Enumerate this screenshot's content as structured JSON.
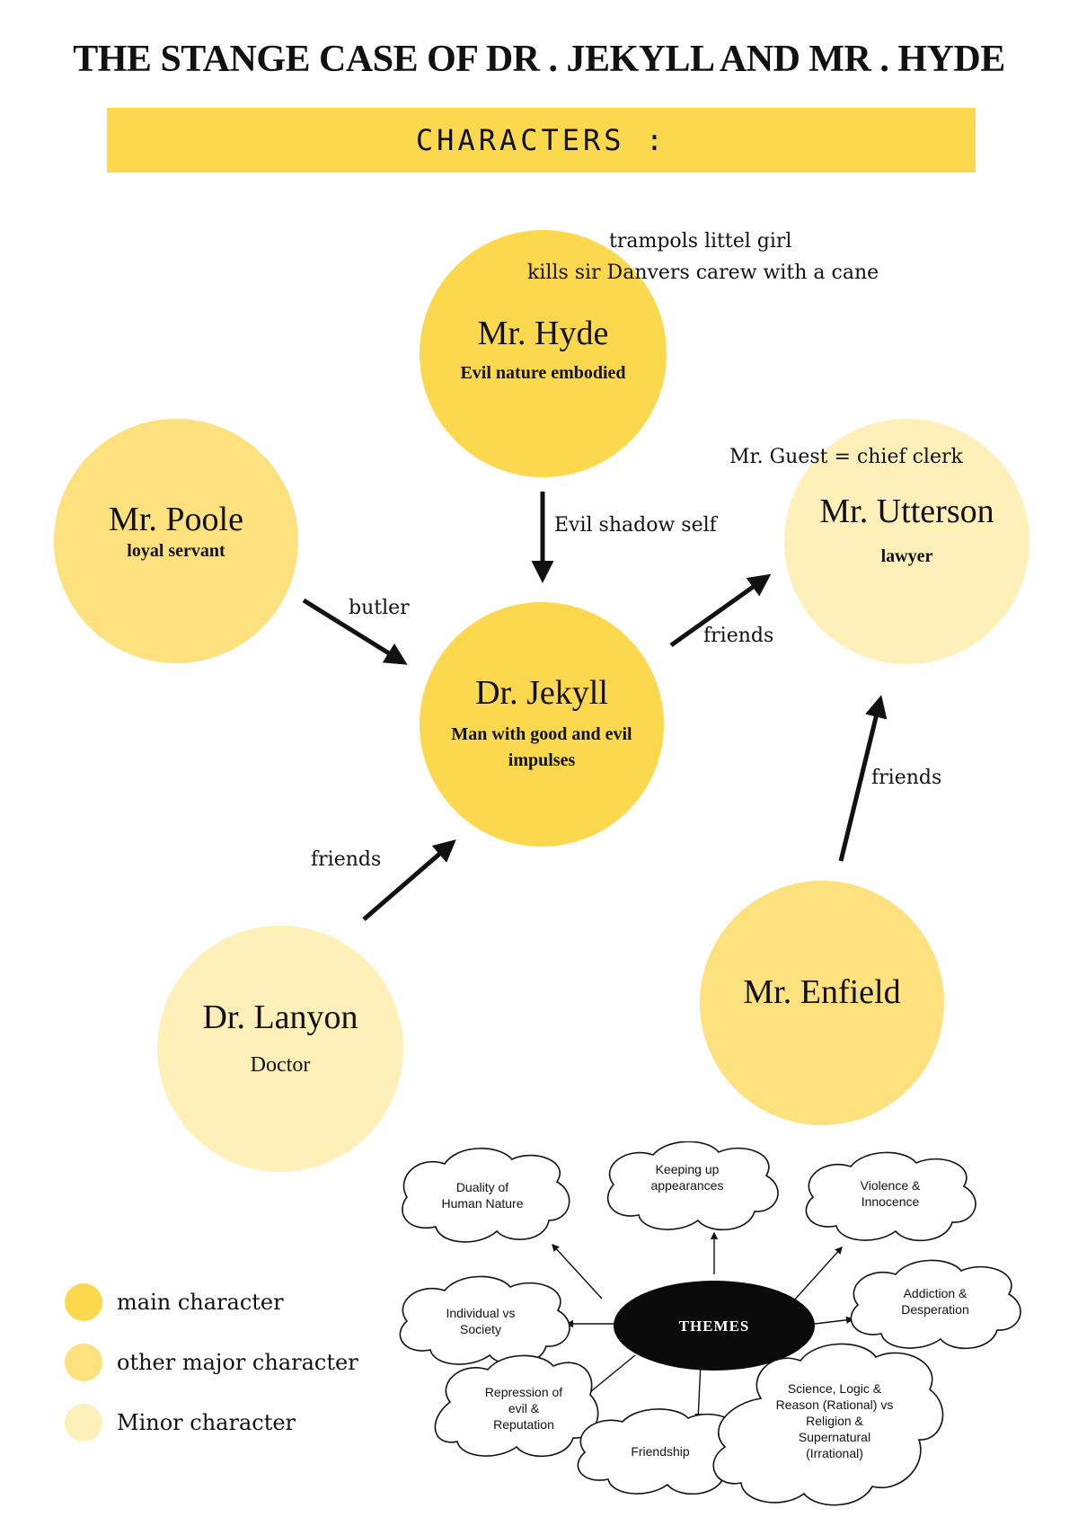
{
  "title": "THE STANGE CASE OF DR . JEKYLL AND MR . HYDE",
  "banner": "CHARACTERS :",
  "characters": {
    "hyde": {
      "name": "Mr. Hyde",
      "role": "Evil nature embodied",
      "level": "main"
    },
    "poole": {
      "name": "Mr. Poole",
      "role": "loyal servant",
      "level": "other major"
    },
    "jekyll": {
      "name": "Dr. Jekyll",
      "role_line1": "Man with good and evil",
      "role_line2": "impulses",
      "level": "main"
    },
    "utterson": {
      "name": "Mr. Utterson",
      "role": "lawyer",
      "level": "minor"
    },
    "lanyon": {
      "name": "Dr. Lanyon",
      "role": "Doctor",
      "level": "minor"
    },
    "enfield": {
      "name": "Mr. Enfield",
      "level": "other major"
    }
  },
  "notes": {
    "hyde_1": "trampols littel girl",
    "hyde_2": "kills sir Danvers carew with a cane",
    "utterson": "Mr. Guest = chief clerk"
  },
  "links": {
    "hyde_jekyll": "Evil shadow self",
    "poole_jekyll": "butler",
    "jekyll_utterson": "friends",
    "enfield_utterson": "friends",
    "lanyon_jekyll": "friends"
  },
  "legend": {
    "main": "main character",
    "major": "other major character",
    "minor": "Minor character"
  },
  "colors": {
    "banner": "#fcd84e",
    "main": "#fcd84e",
    "major": "#fde17e",
    "minor": "#fef0b8"
  },
  "themes": {
    "hub": "THEMES",
    "duality": [
      "Duality of",
      "Human Nature"
    ],
    "appearances": [
      "Keeping up",
      "appearances"
    ],
    "violence": [
      "Violence &",
      "Innocence"
    ],
    "addiction": [
      "Addiction &",
      "Desperation"
    ],
    "individual": [
      "Individual vs",
      "Society"
    ],
    "repression": [
      "Repression of",
      "evil &",
      "Reputation"
    ],
    "friendship": [
      "Friendship"
    ],
    "science": [
      "Science, Logic &",
      "Reason (Rational) vs",
      "Religion &",
      "Supernatural",
      "(Irrational)"
    ]
  }
}
